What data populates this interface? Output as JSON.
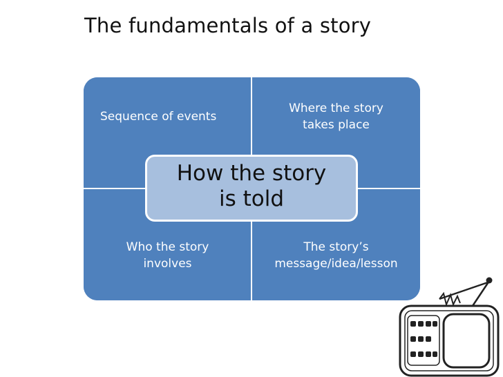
{
  "slide": {
    "title": "The fundamentals of a story"
  },
  "diagram": {
    "quadrants": {
      "top_left": [
        "Sequence of events"
      ],
      "top_right": [
        "Where the story",
        "takes place"
      ],
      "bottom_left": [
        "Who the story",
        "involves"
      ],
      "bottom_right": [
        "The story’s",
        "message/idea/lesson"
      ]
    },
    "center": [
      "How the story",
      "is told"
    ],
    "colors": {
      "quadrant_fill": "#4f81bd",
      "center_fill": "#a7bfde",
      "divider": "#ffffff"
    }
  },
  "decoration": {
    "icon": "television-icon"
  }
}
